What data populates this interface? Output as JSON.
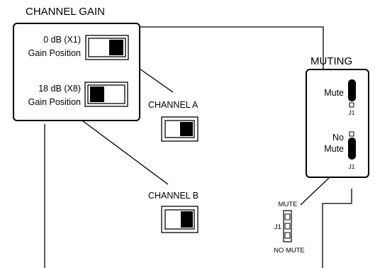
{
  "channel_gain": {
    "title": "CHANNEL GAIN",
    "option_1": {
      "line1": "0 dB (X1)",
      "line2": "Gain Position"
    },
    "option_2": {
      "line1": "18 dB (X8)",
      "line2": "Gain Position"
    }
  },
  "channels": {
    "a_label": "CHANNEL A",
    "b_label": "CHANNEL B"
  },
  "muting": {
    "title": "MUTING",
    "mute_label": "Mute",
    "mute_jumper": "J1",
    "nomute_line1": "No",
    "nomute_line2": "Mute",
    "nomute_jumper": "J1"
  },
  "board_jumper": {
    "top_label": "MUTE",
    "side_label": "J1",
    "bottom_label": "NO MUTE"
  }
}
